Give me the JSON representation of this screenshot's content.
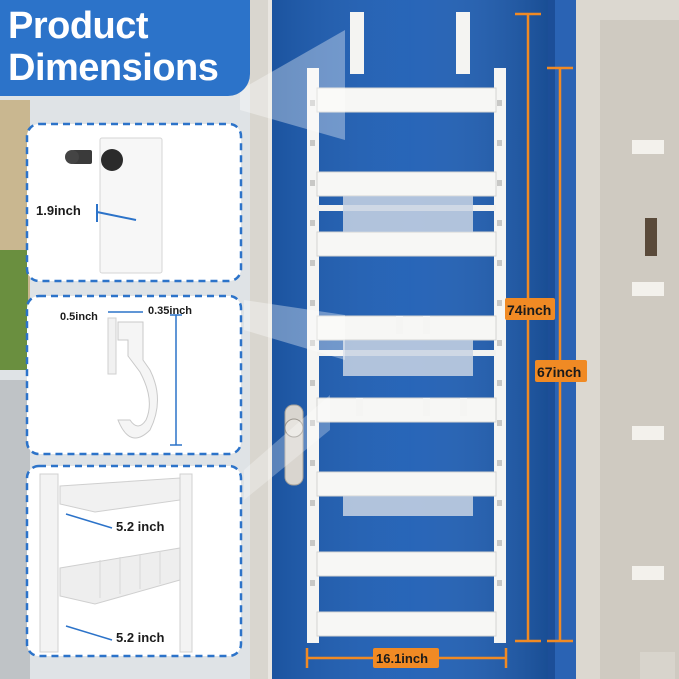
{
  "title": {
    "line1": "Product",
    "line2": "Dimensions"
  },
  "callouts": {
    "hook_depth": "1.9inch",
    "hook_width": "0.5inch",
    "hook_gap": "0.35inch",
    "basket_depth_top": "5.2 inch",
    "basket_depth_bottom": "5.2 inch"
  },
  "main": {
    "overall_height": "74inch",
    "rack_height": "67inch",
    "rack_width": "16.1inch"
  },
  "colors": {
    "title_bg": "#2c73c9",
    "door": "#1f5fb5",
    "accent": "#f08a24",
    "callout_border": "#2c73c9"
  }
}
